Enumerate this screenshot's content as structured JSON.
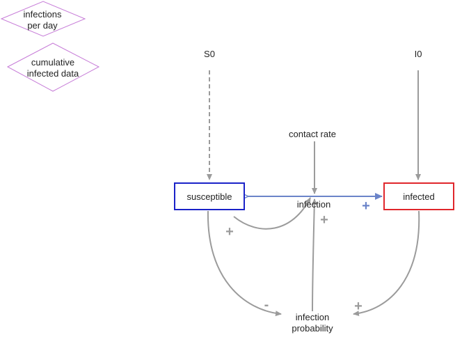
{
  "data_shapes": [
    {
      "lines": [
        "infections",
        "per day"
      ]
    },
    {
      "lines": [
        "cumulative",
        "infected data"
      ]
    }
  ],
  "parameters": {
    "s0": "S0",
    "i0": "I0",
    "contact_rate": "contact rate"
  },
  "stocks": {
    "susceptible": "susceptible",
    "infected": "infected"
  },
  "flow": {
    "label": "infection"
  },
  "auxiliary": {
    "infection_probability": [
      "infection",
      "probability"
    ]
  },
  "polarities": {
    "susceptible_to_infection": "+",
    "contact_rate_to_infection": "+",
    "infection_to_infected": "+",
    "susceptible_to_probability": "-",
    "infected_to_probability": "+"
  },
  "colors": {
    "susceptible_border": "#1a22c8",
    "infected_border": "#e0262b",
    "flow": "#6b84c9",
    "link": "#9b9b9b",
    "data_shape": "#c77dd8"
  }
}
